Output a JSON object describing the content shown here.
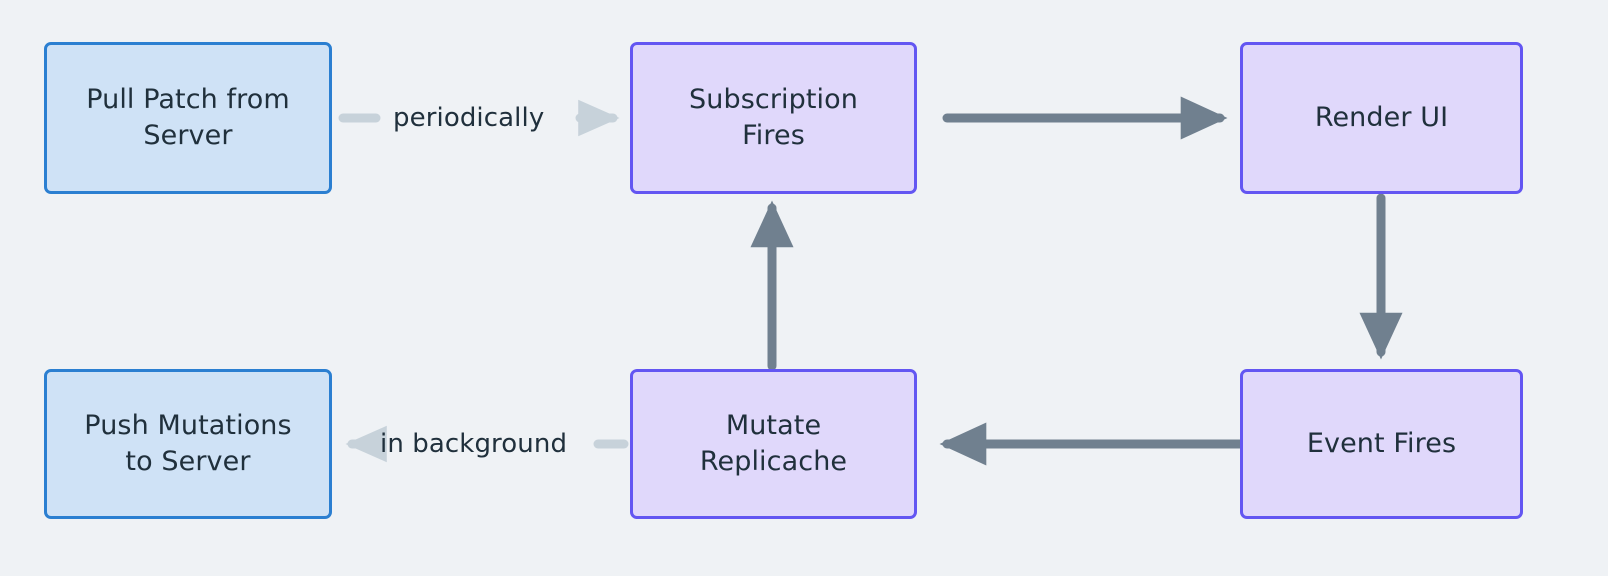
{
  "diagram": {
    "type": "flowchart",
    "background_color": "#eff2f5",
    "node_text_color": "#20303c",
    "palette": {
      "blue_fill": "#cfe2f6",
      "blue_stroke": "#2b7fd1",
      "purple_fill": "#e0d8fb",
      "purple_stroke": "#6356f2",
      "strong_edge": "#70808f",
      "soft_edge": "#c7d2da"
    },
    "nodes": [
      {
        "id": "pull",
        "label": "Pull Patch from\nServer",
        "style": "blue"
      },
      {
        "id": "subscription",
        "label": "Subscription\nFires",
        "style": "purple"
      },
      {
        "id": "render",
        "label": "Render UI",
        "style": "purple"
      },
      {
        "id": "push",
        "label": "Push Mutations\nto Server",
        "style": "blue"
      },
      {
        "id": "mutate",
        "label": "Mutate\nReplicache",
        "style": "purple"
      },
      {
        "id": "event",
        "label": "Event Fires",
        "style": "purple"
      }
    ],
    "edges": [
      {
        "id": "e1",
        "from": "pull",
        "to": "subscription",
        "label": "periodically",
        "style": "soft"
      },
      {
        "id": "e2",
        "from": "subscription",
        "to": "render",
        "label": "",
        "style": "strong"
      },
      {
        "id": "e3",
        "from": "render",
        "to": "event",
        "label": "",
        "style": "strong"
      },
      {
        "id": "e4",
        "from": "event",
        "to": "mutate",
        "label": "",
        "style": "strong"
      },
      {
        "id": "e5",
        "from": "mutate",
        "to": "subscription",
        "label": "",
        "style": "strong"
      },
      {
        "id": "e6",
        "from": "mutate",
        "to": "push",
        "label": "in background",
        "style": "soft"
      }
    ]
  }
}
